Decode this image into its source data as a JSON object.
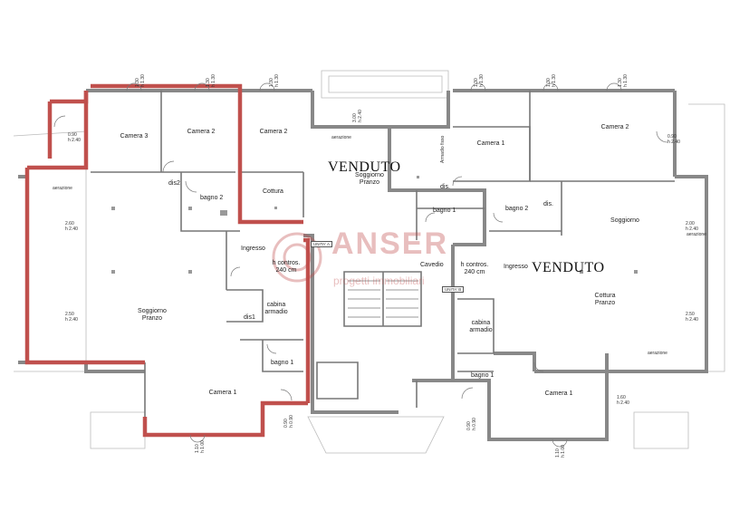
{
  "status": {
    "left": "VENDUTO",
    "right": "VENDUTO"
  },
  "watermark": {
    "brand": "ANSER",
    "tagline": "progetti immobiliari"
  },
  "tags": {
    "entry_left": "UNITA' A",
    "entry_right": "UNITA' B"
  },
  "left_apartment": {
    "rooms": {
      "camera3": "Camera 3",
      "camera2a": "Camera 2",
      "camera2b": "Camera 2",
      "dis2": "dis2",
      "bagno2": "bagno 2",
      "cottura": "Cottura",
      "soggiorno": "Soggiorno\nPranzo",
      "ingresso": "Ingresso",
      "hcontros": "h contros.\n240 cm",
      "cabina": "cabina\narmadio",
      "dis1": "dis1",
      "bagno1": "bagno 1",
      "camera1": "Camera 1"
    }
  },
  "right_apartment": {
    "rooms": {
      "camera1top": "Camera 1",
      "camera2": "Camera 2",
      "dis": "dis.",
      "bagno1": "bagno 1",
      "bagno2": "bagno 2",
      "dis2": "dis.",
      "soggiorno": "Soggiorno",
      "cavedio": "Cavedio",
      "hcontros": "h contros.\n240 cm",
      "ingresso": "Ingresso",
      "cottura": "Cottura\nPranzo",
      "cabina": "cabina\narmadio",
      "bagno1b": "bagno 1",
      "camera1": "Camera 1"
    }
  },
  "center": {
    "soggiorno": "Soggiorno\nPranzo",
    "dis": "dis.",
    "armadio": "Armadio fisso"
  },
  "dims": {
    "w1": "1.30\nh 1.30",
    "w2": "1.30\nh 1.30",
    "w3": "1.30\nh 1.30",
    "w4": "3.00\nh 2.40",
    "w5": "1.30\nh 1.30",
    "w6": "1.30\nh 1.30",
    "w7": "1.30\nh 1.30",
    "w8": "0.90\nh 2.40",
    "w9": "0.90\nh 2.40",
    "w10": "2.60\nh 2.40",
    "w11": "2.50\nh 2.40",
    "w12": "2.00\nh 2.40",
    "w13": "2.50\nh 2.40",
    "w14": "1.60\nh 2.40",
    "w15": "0.90\nh 0.90",
    "w16": "0.90\nh 0.90",
    "w17": "1.10\nh 1.00",
    "w18": "1.10\nh 1.00",
    "aer1": "aerazione",
    "aer2": "aerazione",
    "aer3": "aerazione",
    "aer4": "aerazione"
  }
}
